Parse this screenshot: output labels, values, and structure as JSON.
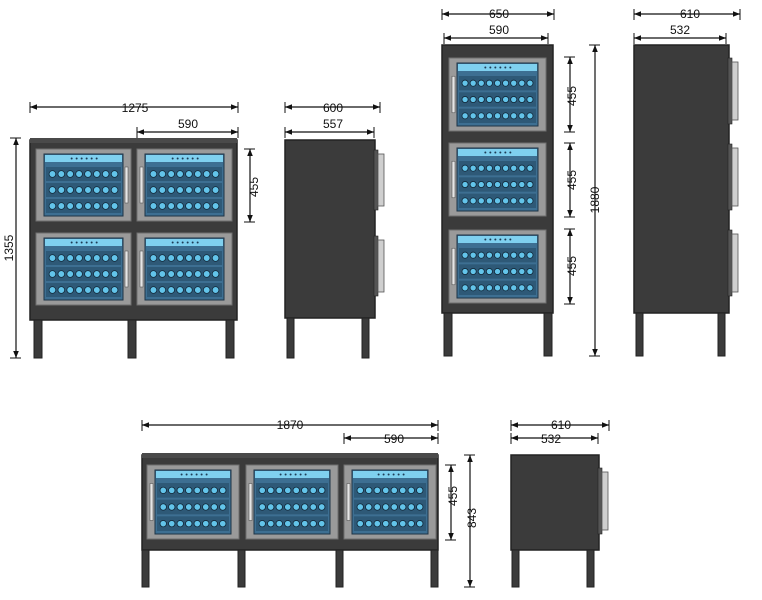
{
  "colors": {
    "cabinet": "#3b3b3b",
    "cabinet_edge": "#222222",
    "panel": "#9a9a9a",
    "glass": "#3d6f92",
    "glass_light": "#7fd0ef",
    "bottle": "#63c4ea",
    "dimension_line": "#111111"
  },
  "views": {
    "quad_front": {
      "width_total": "1275",
      "width_unit": "590",
      "height_unit": "455",
      "height_total": "1355"
    },
    "quad_side": {
      "depth_total": "600",
      "depth_body": "557"
    },
    "tower_front": {
      "width_total": "650",
      "width_unit": "590",
      "unit_1": "455",
      "unit_2": "455",
      "unit_3": "455",
      "height_total": "1880"
    },
    "tower_side": {
      "depth_total": "610",
      "depth_body": "532"
    },
    "row_front": {
      "width_total": "1870",
      "width_unit": "590",
      "height_unit": "455",
      "height_total": "843"
    },
    "row_side": {
      "depth_total": "610",
      "depth_body": "532"
    }
  }
}
